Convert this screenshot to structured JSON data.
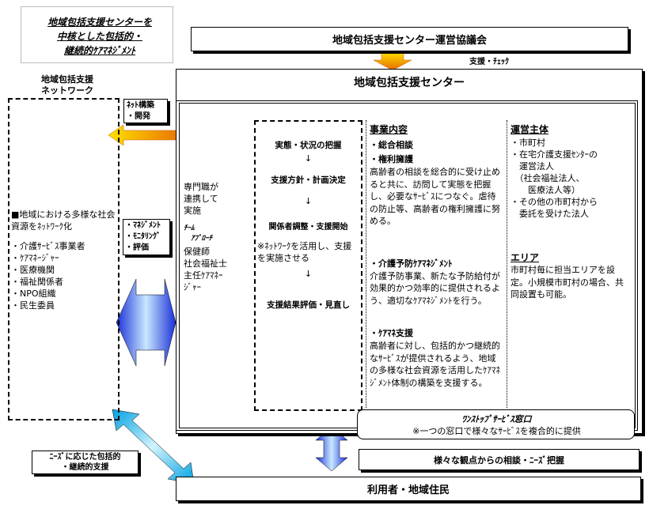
{
  "title_card": {
    "line1": "地域包括支援センターを",
    "line2": "中核とした包括的・",
    "line3": "継続的ｹｱﾏﾈｼﾞﾒﾝﾄ"
  },
  "council": {
    "label": "地域包括支援センター運営協議会",
    "support_label": "支援・ﾁｪｯｸ"
  },
  "center": {
    "title": "地域包括支援センター"
  },
  "network": {
    "title_line1": "地域包括支援",
    "title_line2": "ネットワーク",
    "heading": "■地域における多様な社会資源をﾈｯﾄﾜｰｸ化",
    "items": [
      "・介護ｻｰﾋﾞｽ事業者",
      "・ｹｱﾏﾈｰｼﾞｬｰ",
      "・医療機関",
      "・福祉関係者",
      "・NPO組織",
      "・民生委員"
    ]
  },
  "net_build": {
    "line1": "ﾈｯﾄ構築",
    "line2": "・開発"
  },
  "mgmt_box": {
    "line1": "・ﾏﾈｼﾞﾒﾝﾄ",
    "line2": "・ﾓﾆﾀﾘﾝｸﾞ",
    "line3": "・評価"
  },
  "hexagon": {
    "text1": "専門職が\n連携して\n実施",
    "team_label": "ﾁｰﾑ\n　ｱﾌﾟﾛｰﾁ",
    "text2": "保健師\n社会福祉士\n主任ｹｱﾏﾈｰ\nｼﾞｬｰ"
  },
  "process": {
    "step1": "実態・状況の把握",
    "arrow": "↓",
    "step2": "支援方針・計画決定",
    "step3": "関係者調整・支援開始",
    "note": "※ﾈｯﾄﾜｰｸを活用し、支援を実施させる",
    "step4": "支援結果評価・見直し"
  },
  "services": {
    "heading": "事業内容",
    "item1_title": "・総合相談",
    "item2_title": "・権利擁護",
    "item2_body": "高齢者の相談を総合的に受け止めると共に、訪問して実態を把握し、必要なｻｰﾋﾞｽにつなぐ。虐待の防止等、高齢者の権利擁護に努める。",
    "item3_title": "・介護予防ｹｱﾏﾈｼﾞﾒﾝﾄ",
    "item3_body": "介護予防事業、新たな予防給付が効果的かつ効率的に提供されるよう、適切なｹｱﾏﾈｼﾞﾒﾝﾄを行う。",
    "item4_title": "・ｹｱﾏﾈ支援",
    "item4_body": "高齢者に対し、包括的かつ継続的なｻｰﾋﾞｽが提供されるよう、地域の多様な社会資源を活用したｹｱﾏﾈｼﾞﾒﾝﾄ体制の構築を支援する。"
  },
  "operator": {
    "heading": "運営主体",
    "items": [
      "・市町村",
      "・在宅介護支援ｾﾝﾀｰの\n　運営法人\n　（社会福祉法人、\n　　医療法人等）",
      "・その他の市町村から\n　委託を受けた法人"
    ]
  },
  "area": {
    "heading": "エリア",
    "body": "市町村毎に担当エリアを設定。小規模市町村の場合、共同設置も可能。"
  },
  "one_stop": {
    "title": "ﾜﾝｽﾄｯﾌﾟｻｰﾋﾞｽ窓口",
    "note": "※一つの窓口で様々なｻｰﾋﾞｽを複合的に提供"
  },
  "consult": {
    "label": "様々な観点からの相談・ﾆｰｽﾞ把握"
  },
  "residents": {
    "label": "利用者・地域住民"
  },
  "needs_box": {
    "line1": "ﾆｰｽﾞに応じた包括的",
    "line2": "・継続的支援"
  },
  "colors": {
    "orange_top": "#ffe000",
    "orange_bottom": "#e86a00",
    "blue_dark": "#1a2fd8",
    "blue_light": "#c8e8ff",
    "cyan_dark": "#00a0e0",
    "cyan_light": "#d0f4ff"
  }
}
